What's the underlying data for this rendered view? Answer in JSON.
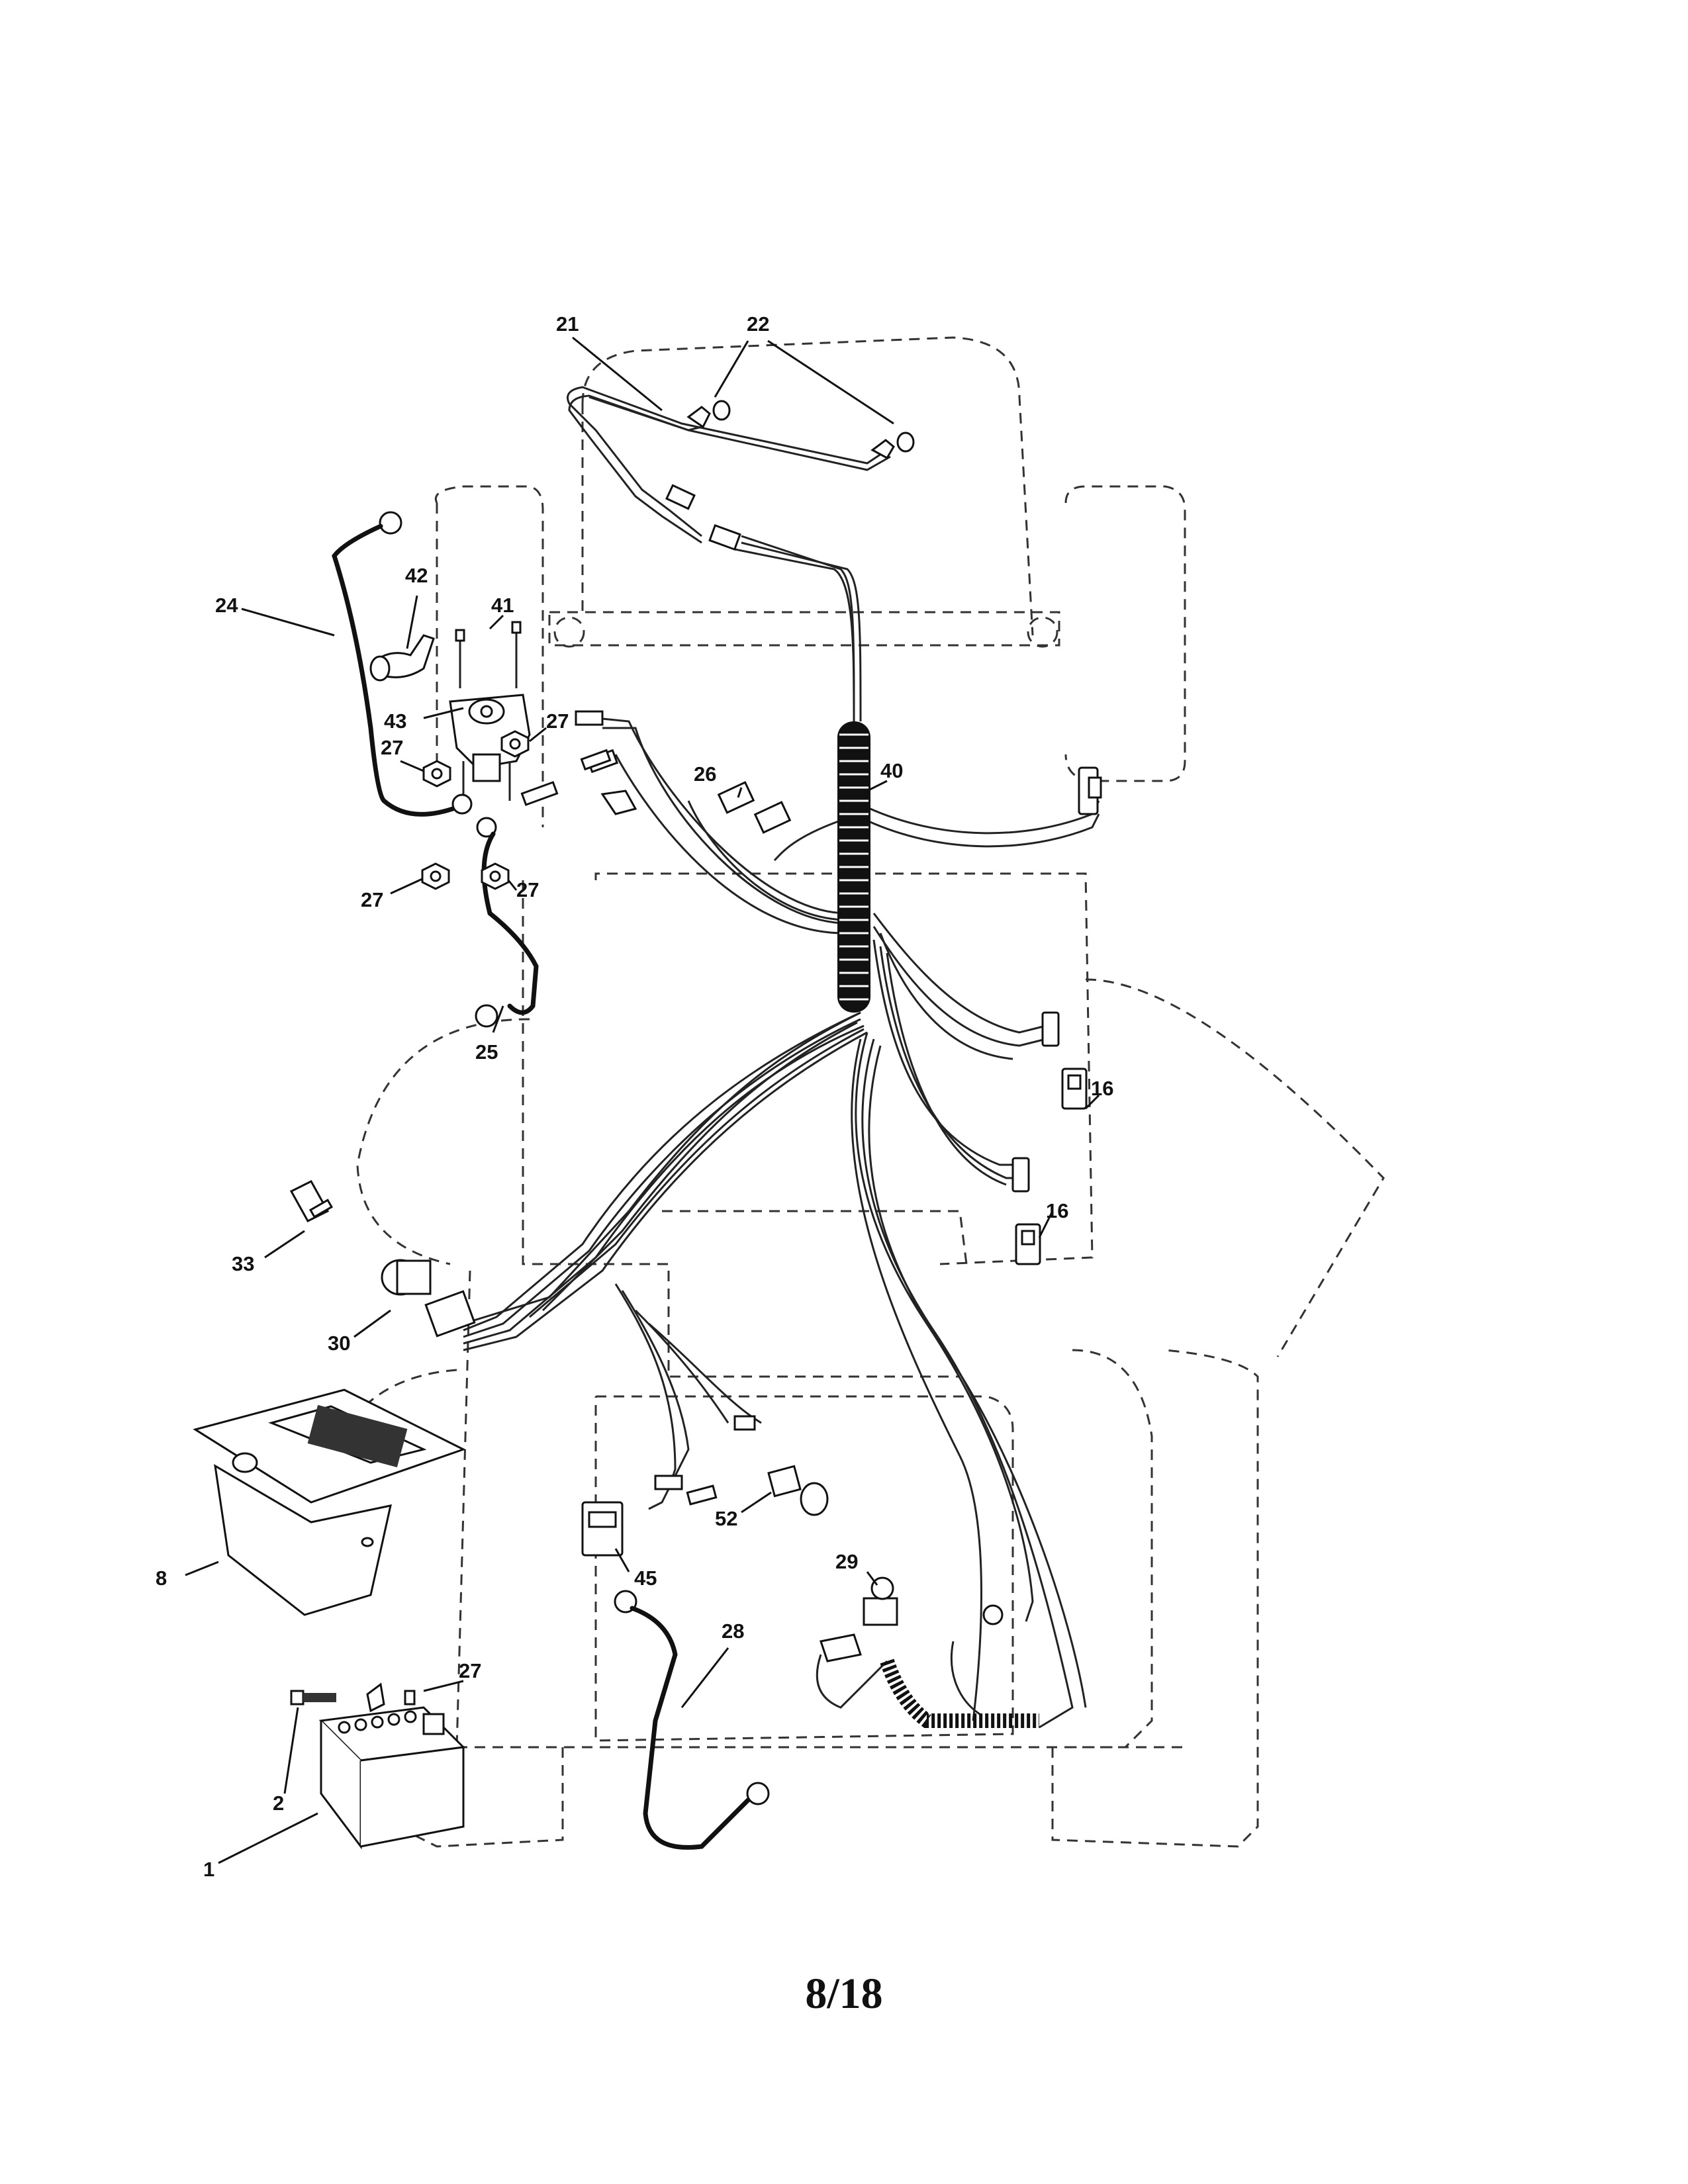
{
  "callouts": {
    "c1": "1",
    "c2": "2",
    "c8": "8",
    "c16a": "16",
    "c16b": "16",
    "c21": "21",
    "c22": "22",
    "c24": "24",
    "c25": "25",
    "c26": "26",
    "c27a": "27",
    "c27b": "27",
    "c27c": "27",
    "c27d": "27",
    "c27e": "27",
    "c28": "28",
    "c29": "29",
    "c30": "30",
    "c33": "33",
    "c40": "40",
    "c41": "41",
    "c42": "42",
    "c43": "43",
    "c45": "45",
    "c52": "52"
  },
  "page_number": "8/18"
}
